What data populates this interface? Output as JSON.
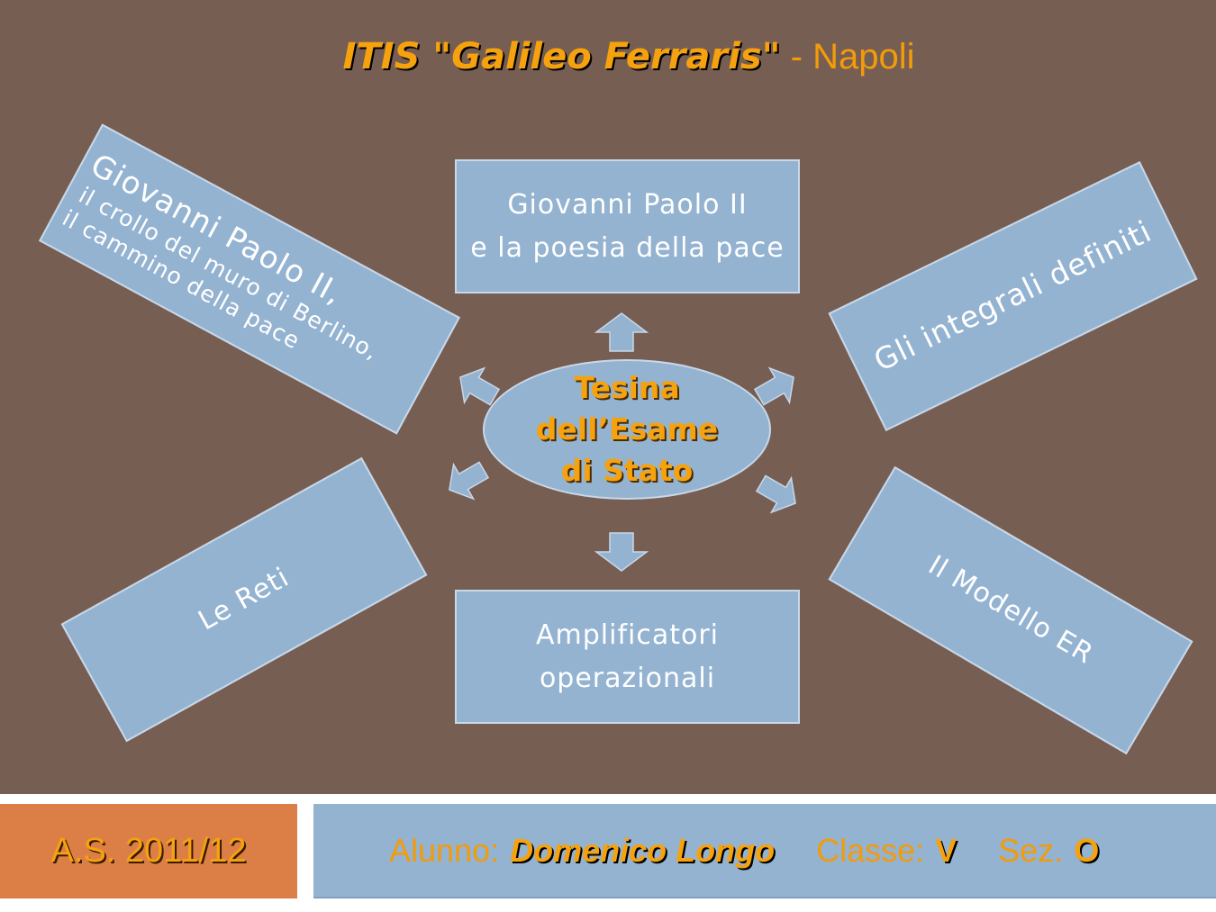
{
  "header": {
    "school": "ITIS \"Galileo Ferraris\"",
    "city": " - Napoli"
  },
  "center": {
    "line1": "Tesina",
    "line2": "dell’Esame",
    "line3": "di Stato"
  },
  "topics": {
    "top": {
      "line1": "Giovanni Paolo II",
      "line2": "e la poesia della pace"
    },
    "top_left": {
      "line1": "Giovanni Paolo II,",
      "line2": "il crollo del muro di Berlino,",
      "line3": "il cammino della pace"
    },
    "top_right": "Gli integrali definiti",
    "bottom_left": "Le Reti",
    "bottom_right": "Il Modello ER",
    "bottom": {
      "line1": "Amplificatori",
      "line2": "operazionali"
    }
  },
  "footer": {
    "year": "A.S. 2011/12",
    "student_label": "Alunno:",
    "student_name": "Domenico Longo",
    "class_label": "Classe:",
    "class_value": "V",
    "section_label": "Sez.",
    "section_value": "O"
  },
  "colors": {
    "background": "#775e53",
    "box": "#94b3d1",
    "accent": "#f5a20e",
    "year_box": "#dc7f46"
  }
}
